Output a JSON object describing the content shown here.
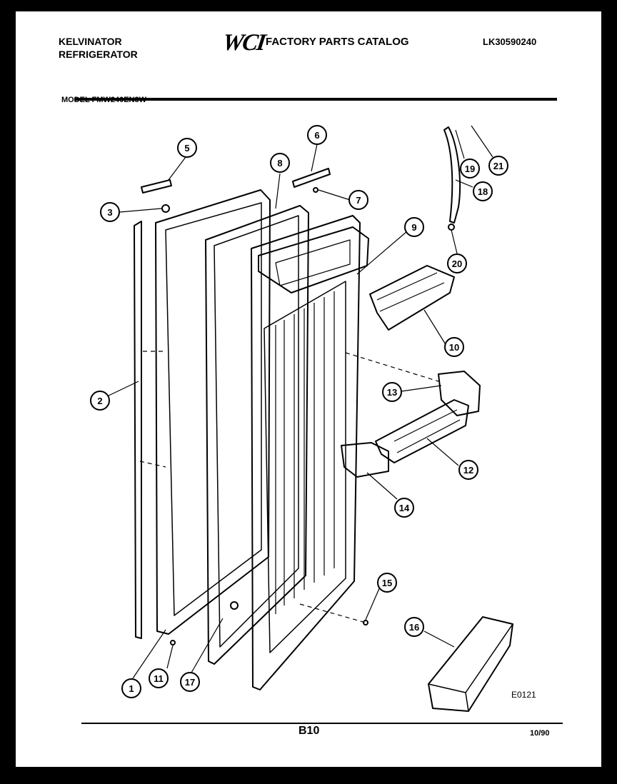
{
  "header": {
    "brand_line1": "KELVINATOR",
    "brand_line2": "REFRIGERATOR",
    "logo_text": "WCI",
    "catalog_title": "FACTORY PARTS CATALOG",
    "catalog_number": "LK30590240",
    "model": "MODEL FMW240EN3W"
  },
  "diagram": {
    "code": "E0121",
    "callouts": [
      "1",
      "2",
      "3",
      "5",
      "6",
      "7",
      "8",
      "9",
      "10",
      "11",
      "12",
      "13",
      "14",
      "15",
      "16",
      "17",
      "18",
      "19",
      "20",
      "21"
    ]
  },
  "footer": {
    "page": "B10",
    "date": "10/90"
  }
}
